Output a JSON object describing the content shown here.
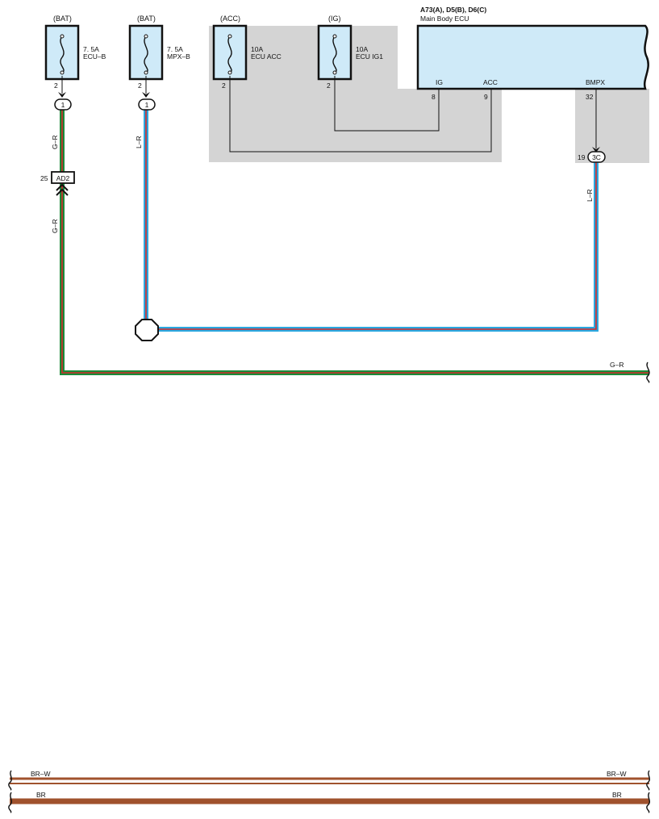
{
  "fuses": [
    {
      "supply": "(BAT)",
      "rating": "7. 5A",
      "name": "ECU–B",
      "pin": "2",
      "junction": "1"
    },
    {
      "supply": "(BAT)",
      "rating": "7. 5A",
      "name": "MPX–B",
      "pin": "2",
      "junction": "1"
    },
    {
      "supply": "(ACC)",
      "rating": "10A",
      "name": "ECU ACC",
      "pin": "2"
    },
    {
      "supply": "(IG)",
      "rating": "10A",
      "name": "ECU IG1",
      "pin": "2"
    }
  ],
  "ecu": {
    "connectors": "A73(A), D5(B), D6(C)",
    "name": "Main Body ECU",
    "terminals": [
      {
        "label": "IG",
        "pin": "8"
      },
      {
        "label": "ACC",
        "pin": "9"
      },
      {
        "label": "BMPX",
        "pin": "32"
      }
    ]
  },
  "connector_ad2": {
    "pin": "25",
    "label": "AD2"
  },
  "connector_3c": {
    "pin": "19",
    "label": "3C"
  },
  "wire_labels": {
    "gr_top": "G–R",
    "gr_bottom": "G–R",
    "lr_left": "L–R",
    "lr_right": "L–R",
    "gr_end": "G–R"
  },
  "bottom_wires": [
    {
      "left": "BR–W",
      "right": "BR–W",
      "color": "#a0522d"
    },
    {
      "left": "BR",
      "right": "BR",
      "color": "#a0522d"
    }
  ],
  "colors": {
    "fuse_fill": "#cfeaf8",
    "gray_region": "#d4d4d4",
    "green": "#1a8a3a",
    "red": "#d42a2a",
    "blue": "#2aa8e0",
    "brown": "#a0522d"
  }
}
